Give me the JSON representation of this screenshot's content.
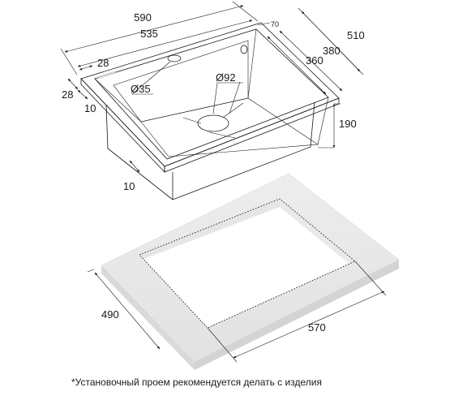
{
  "sink": {
    "dims": {
      "overall_width": "590",
      "inner_width": "535",
      "corner_radius": "70",
      "overall_depth": "510",
      "bowl_depth": "380",
      "bowl_inner_depth": "360",
      "rim_left": "28",
      "rim_front": "28",
      "wall_thickness": "10",
      "flange_thickness": "10",
      "tap_hole": "Ø35",
      "drain": "Ø92",
      "height": "190"
    }
  },
  "cutout": {
    "depth": "490",
    "width": "570"
  },
  "footnote": "*Установочный проем рекомендуется делать с изделия"
}
